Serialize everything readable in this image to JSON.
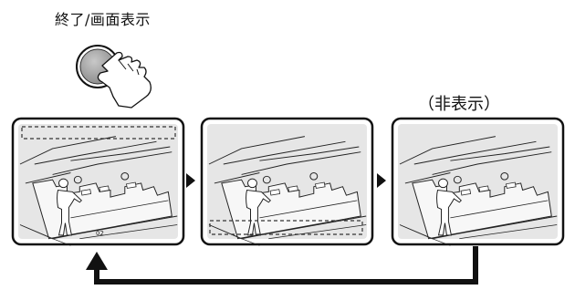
{
  "button": {
    "label": "終了/画面表示"
  },
  "states": [
    {
      "id": "osd-top",
      "caption": "",
      "channel": "02"
    },
    {
      "id": "osd-bottom",
      "caption": "",
      "channel": ""
    },
    {
      "id": "osd-hidden",
      "caption": "（非表示）",
      "channel": ""
    }
  ],
  "colors": {
    "screen_bg": "#e6e6e6",
    "frame": "#1a1a1a",
    "button_fill": "#9a9a9a",
    "arrow": "#111111"
  }
}
